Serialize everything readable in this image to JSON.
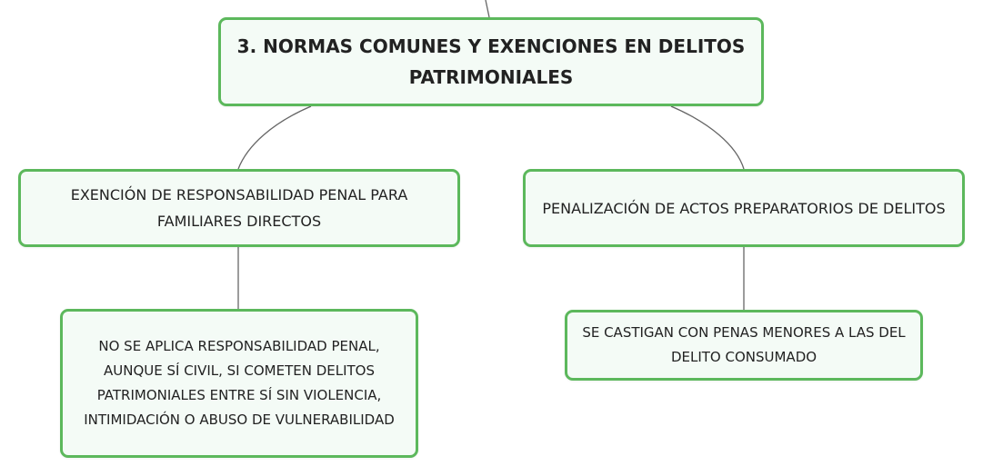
{
  "diagram": {
    "root": {
      "title": "3. NORMAS COMUNES Y EXENCIONES EN DELITOS PATRIMONIALES"
    },
    "branches": [
      {
        "label": "EXENCIÓN DE RESPONSABILIDAD PENAL PARA FAMILIARES DIRECTOS",
        "detail": "NO SE APLICA RESPONSABILIDAD PENAL, AUNQUE SÍ CIVIL, SI COMETEN DELITOS PATRIMONIALES ENTRE SÍ SIN VIOLENCIA, INTIMIDACIÓN O ABUSO DE VULNERABILIDAD"
      },
      {
        "label": "PENALIZACIÓN DE ACTOS PREPARATORIOS DE DELITOS",
        "detail": "SE CASTIGAN CON PENAS MENORES A LAS DEL DELITO CONSUMADO"
      }
    ],
    "colors": {
      "node_border": "#5cb85c",
      "node_fill": "#f4fbf6",
      "connector": "#666666",
      "text": "#222222"
    }
  }
}
